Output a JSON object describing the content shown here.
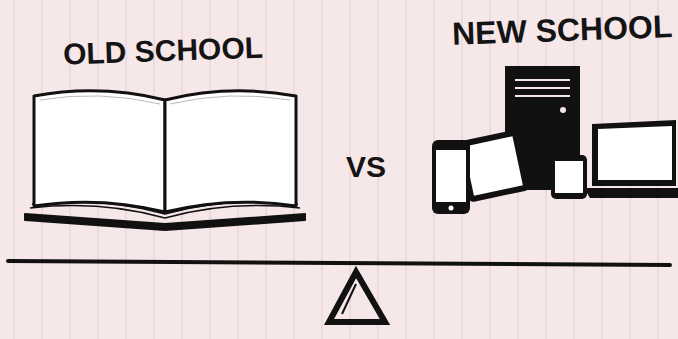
{
  "diagram": {
    "labels": [
      "OLD SCHOOL",
      "VS",
      "NEW SCHOOL"
    ]
  }
}
